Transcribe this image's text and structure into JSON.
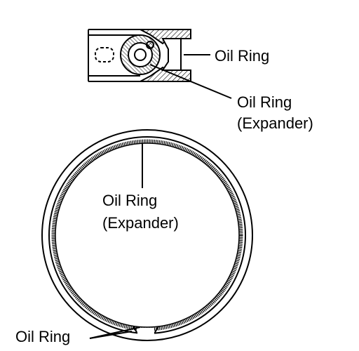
{
  "labels": {
    "top_oil_ring": "Oil Ring",
    "top_expander_line1": "Oil Ring",
    "top_expander_line2": "(Expander)",
    "ring_expander_line1": "Oil Ring",
    "ring_expander_line2": "(Expander)",
    "bottom_oil_ring": "Oil Ring"
  },
  "colors": {
    "ink": "#000000",
    "paper": "#ffffff"
  }
}
